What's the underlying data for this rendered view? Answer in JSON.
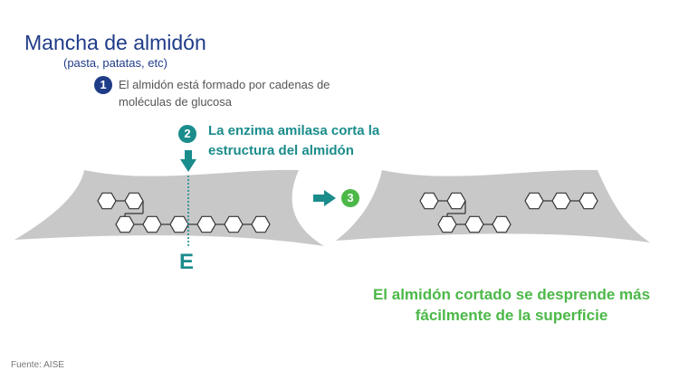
{
  "title": "Mancha de almidón",
  "subtitle": "(pasta, patatas, etc)",
  "steps": [
    {
      "number": "1",
      "text": "El almidón está formado por cadenas de moléculas de glucosa"
    },
    {
      "number": "2",
      "text": "La enzima amilasa corta la estructura del almidón"
    },
    {
      "number": "3"
    }
  ],
  "enzyme_label": "E",
  "result_text": "El almidón cortado se desprende más fácilmente de la superficie",
  "source": "Fuente: AISE",
  "colors": {
    "title": "#1f3c88",
    "enzyme": "#1b8c8c",
    "result": "#4cb848",
    "stain": "#c8c8c9"
  }
}
